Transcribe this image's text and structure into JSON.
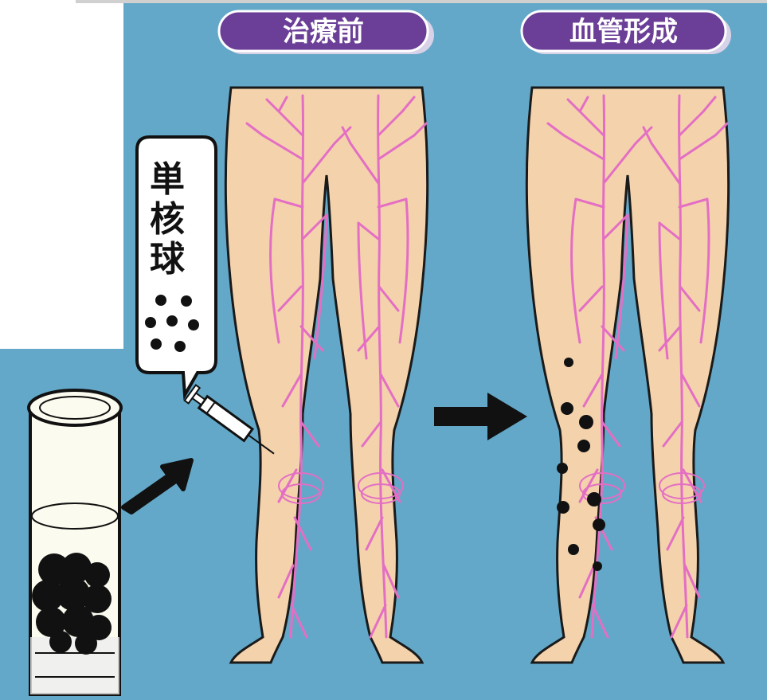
{
  "labels": {
    "before_treatment": "治療前",
    "angiogenesis": "血管形成",
    "monocyte_vertical": [
      "単",
      "核",
      "球"
    ]
  },
  "colors": {
    "background": "#63a8c8",
    "skin": "#f3d2ac",
    "vessel": "#e46ec4",
    "pill": "#6b3e97",
    "cell": "#111111"
  },
  "icons": [
    "test-tube-icon",
    "syringe-icon",
    "arrow-right-icon",
    "arrow-diagonal-icon",
    "monocyte-dot-icon"
  ]
}
